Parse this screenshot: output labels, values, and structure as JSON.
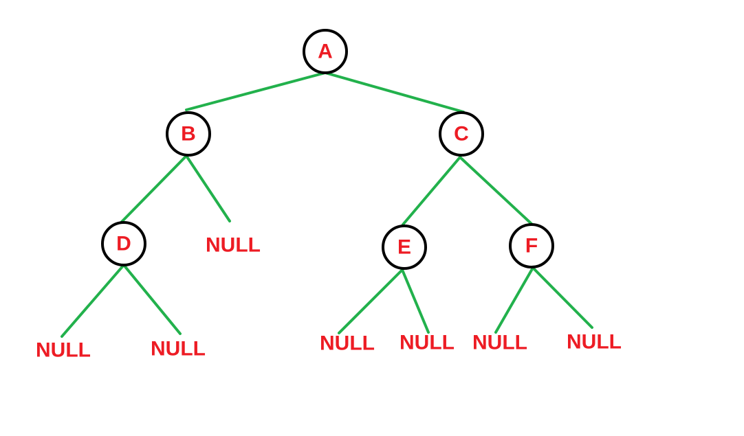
{
  "colors": {
    "edge": "#22b14c",
    "node_border": "#000000",
    "label": "#ed1c24",
    "background": "#ffffff"
  },
  "nodes": [
    {
      "id": "A",
      "label": "A"
    },
    {
      "id": "B",
      "label": "B"
    },
    {
      "id": "C",
      "label": "C"
    },
    {
      "id": "D",
      "label": "D"
    },
    {
      "id": "E",
      "label": "E"
    },
    {
      "id": "F",
      "label": "F"
    }
  ],
  "null_leaves": [
    {
      "id": "null-b-right",
      "label": "NULL"
    },
    {
      "id": "null-d-left",
      "label": "NULL"
    },
    {
      "id": "null-d-right",
      "label": "NULL"
    },
    {
      "id": "null-e-left",
      "label": "NULL"
    },
    {
      "id": "null-e-right",
      "label": "NULL"
    },
    {
      "id": "null-f-left",
      "label": "NULL"
    },
    {
      "id": "null-f-right",
      "label": "NULL"
    }
  ],
  "edges": [
    {
      "from": "A",
      "to": "B"
    },
    {
      "from": "A",
      "to": "C"
    },
    {
      "from": "B",
      "to": "D"
    },
    {
      "from": "B",
      "to": "null-b-right"
    },
    {
      "from": "C",
      "to": "E"
    },
    {
      "from": "C",
      "to": "F"
    },
    {
      "from": "D",
      "to": "null-d-left"
    },
    {
      "from": "D",
      "to": "null-d-right"
    },
    {
      "from": "E",
      "to": "null-e-left"
    },
    {
      "from": "E",
      "to": "null-e-right"
    },
    {
      "from": "F",
      "to": "null-f-left"
    },
    {
      "from": "F",
      "to": "null-f-right"
    }
  ]
}
